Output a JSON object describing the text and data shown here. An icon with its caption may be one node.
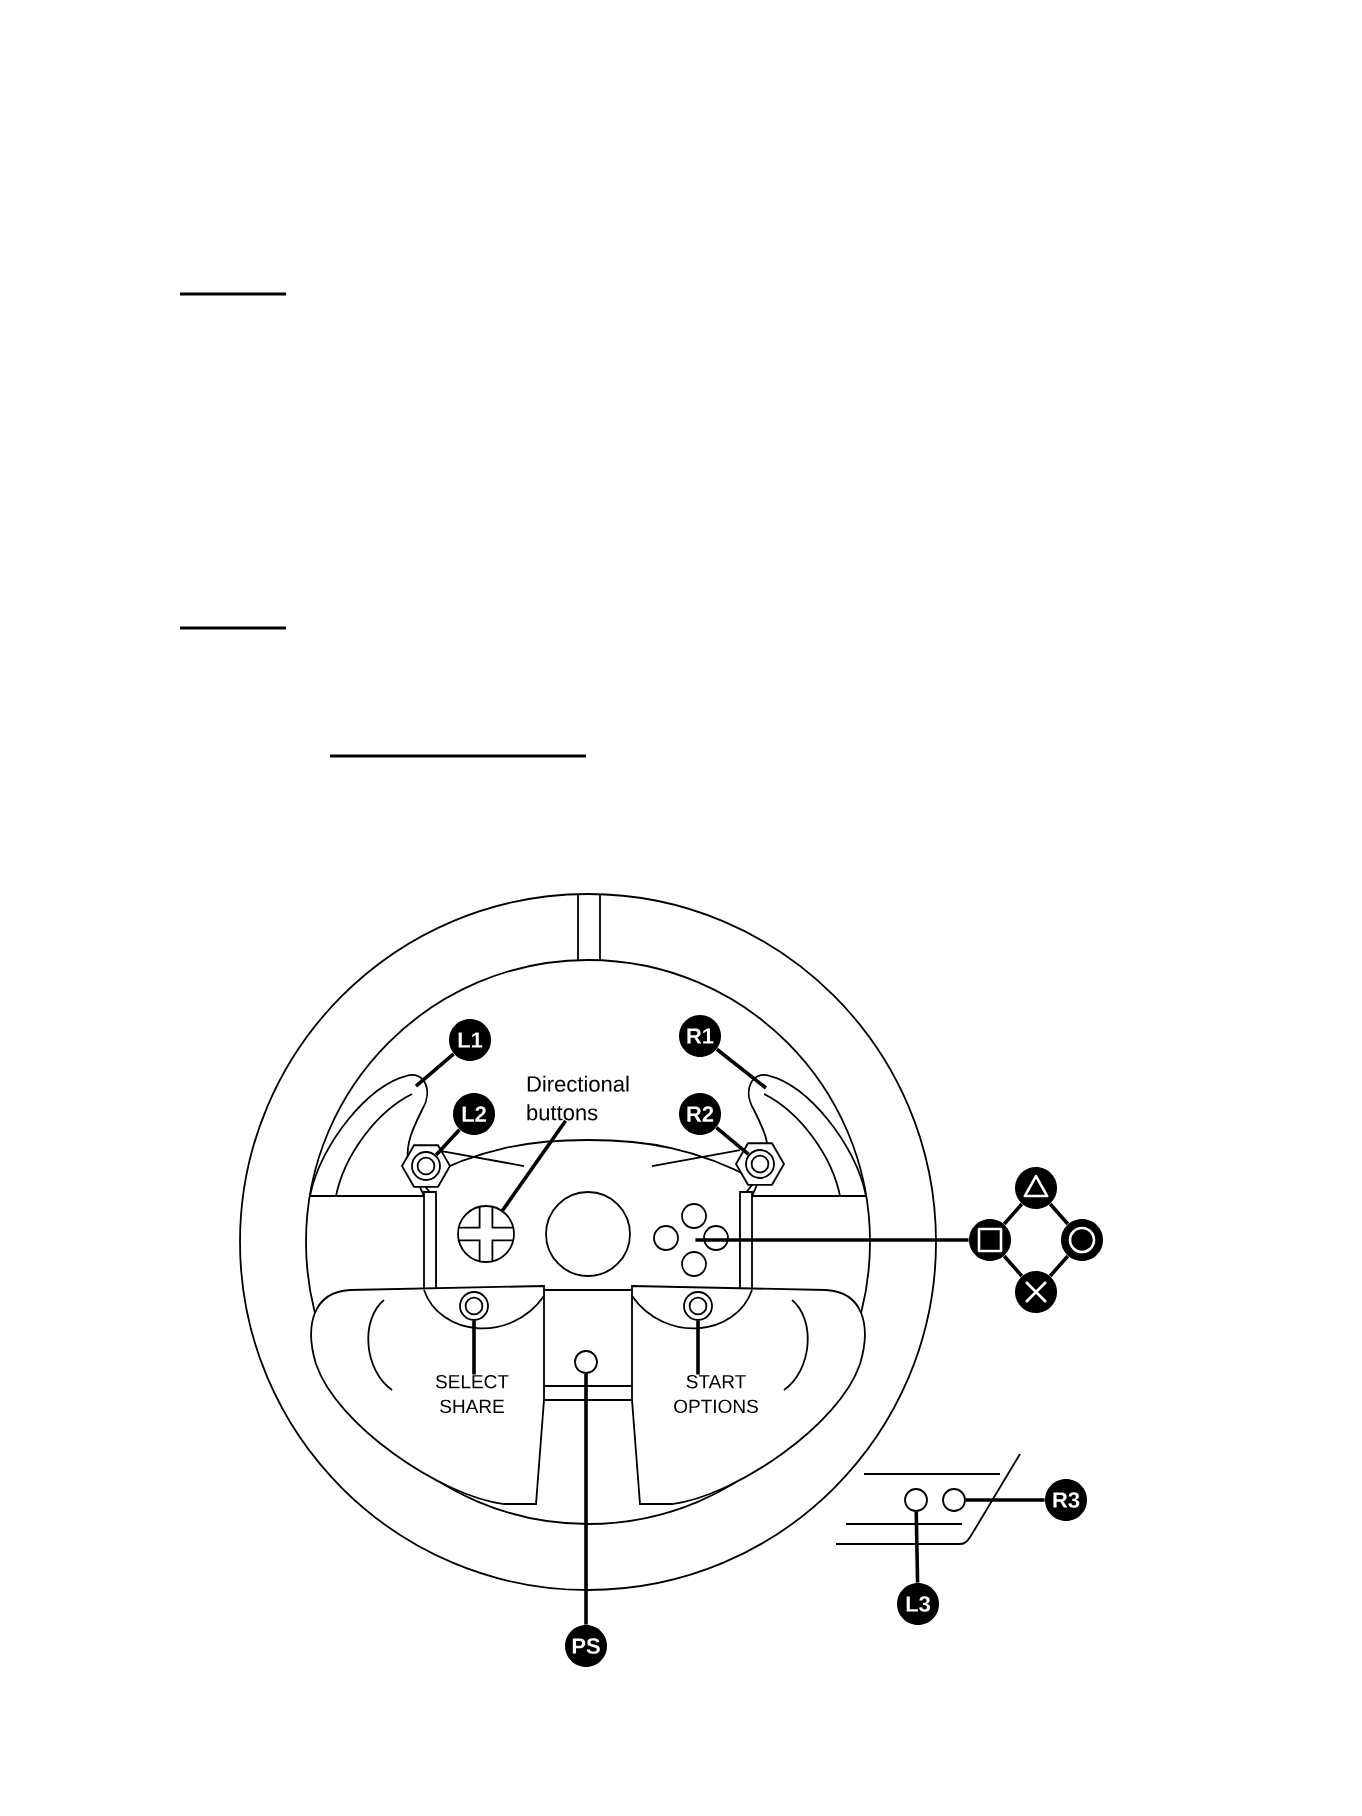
{
  "diagram": {
    "nodes": [
      {
        "text": [
          "L1"
        ]
      },
      {
        "text": [
          "R1"
        ]
      },
      {
        "text": [
          "Directional buttons"
        ]
      },
      {
        "text": [
          "L2"
        ]
      },
      {
        "text": [
          "R2"
        ]
      },
      {
        "text": [],
        "shape": "circle"
      },
      {
        "text": [],
        "shape": "circle"
      },
      {
        "text": [],
        "shape": "circle"
      },
      {
        "text": [],
        "shape": "circle"
      },
      {
        "text": [],
        "shape": "circle"
      },
      {
        "text": [],
        "shape": "circle"
      },
      {
        "text": [],
        "shape": "circle"
      },
      {
        "text": [],
        "shape": "circle"
      },
      {
        "text": [],
        "shape": "circle"
      },
      {
        "text": [],
        "shape": "circle"
      },
      {
        "text": [],
        "shape": "circle"
      },
      {
        "text": [
          "SELECT SHARE"
        ]
      },
      {
        "text": [
          "START OPTIONS"
        ]
      },
      {
        "text": [],
        "shape": "circle"
      },
      {
        "text": [],
        "shape": "circle"
      },
      {
        "text": [
          "R3"
        ]
      },
      {
        "text": [
          "L3"
        ]
      },
      {
        "text": [
          "PS"
        ]
      }
    ],
    "edges": [
      {
        "from": 0,
        "to": null,
        "arrow": "none"
      },
      {
        "from": 1,
        "to": null,
        "arrow": "none"
      },
      {
        "from": 2,
        "to": 7,
        "arrow": "none"
      },
      {
        "from": 3,
        "to": 5,
        "arrow": "none"
      },
      {
        "from": 4,
        "to": 6,
        "arrow": "none"
      },
      {
        "from": 10,
        "to": 8,
        "arrow": "none"
      },
      {
        "from": 10,
        "to": 9,
        "arrow": "none"
      },
      {
        "from": 9,
        "to": 11,
        "arrow": "none"
      },
      {
        "from": 11,
        "to": 12,
        "arrow": "none"
      },
      {
        "from": 12,
        "to": 10,
        "arrow": "none"
      },
      {
        "from": 16,
        "to": 13,
        "arrow": "none"
      },
      {
        "from": 17,
        "to": 14,
        "arrow": "none"
      },
      {
        "from": 22,
        "to": 15,
        "arrow": "none"
      },
      {
        "from": 20,
        "to": 19,
        "arrow": "none"
      },
      {
        "from": 21,
        "to": 18,
        "arrow": "none"
      }
    ]
  }
}
